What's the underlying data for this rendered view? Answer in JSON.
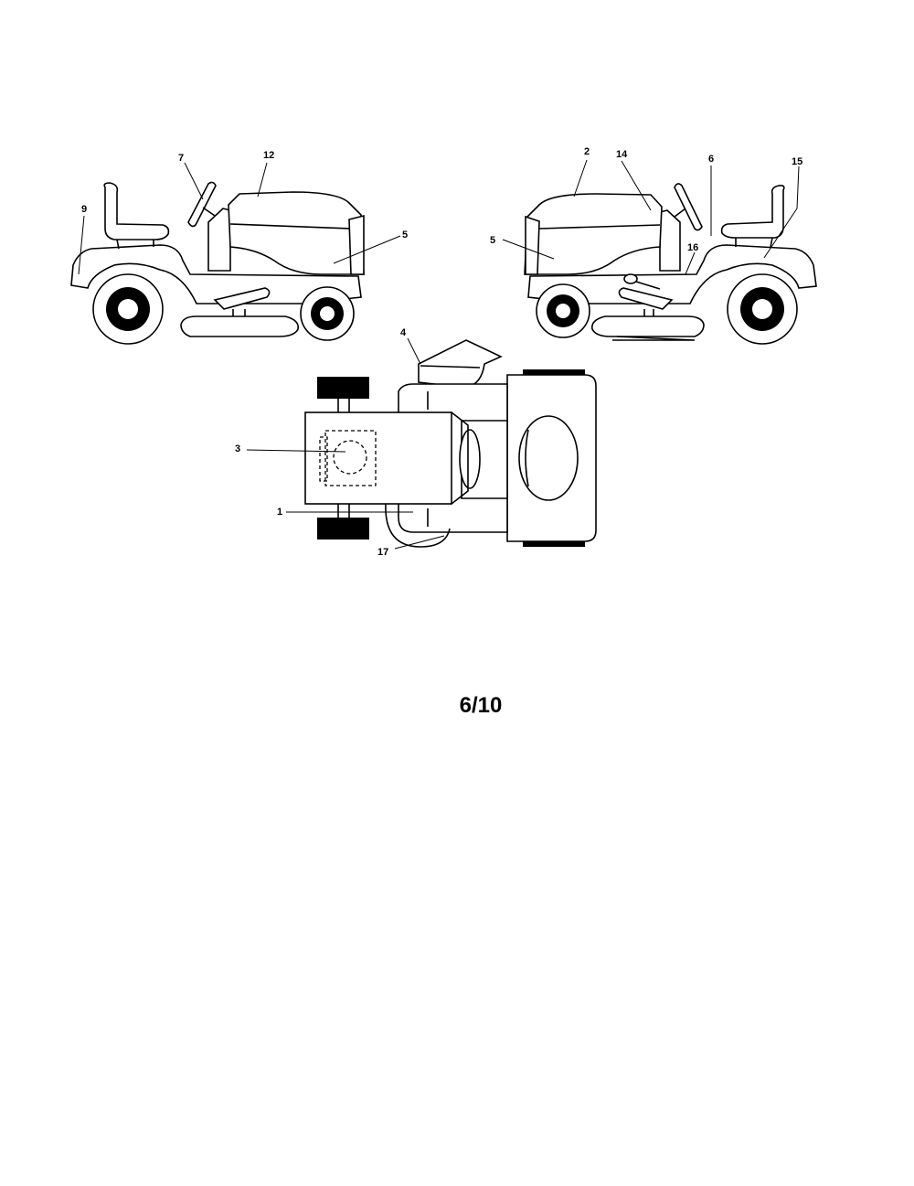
{
  "page_number": "6/10",
  "callouts": {
    "left_tractor": [
      "7",
      "12",
      "9",
      "5"
    ],
    "right_tractor": [
      "2",
      "14",
      "6",
      "15",
      "5",
      "16"
    ],
    "top_view": [
      "4",
      "3",
      "1",
      "17"
    ]
  }
}
